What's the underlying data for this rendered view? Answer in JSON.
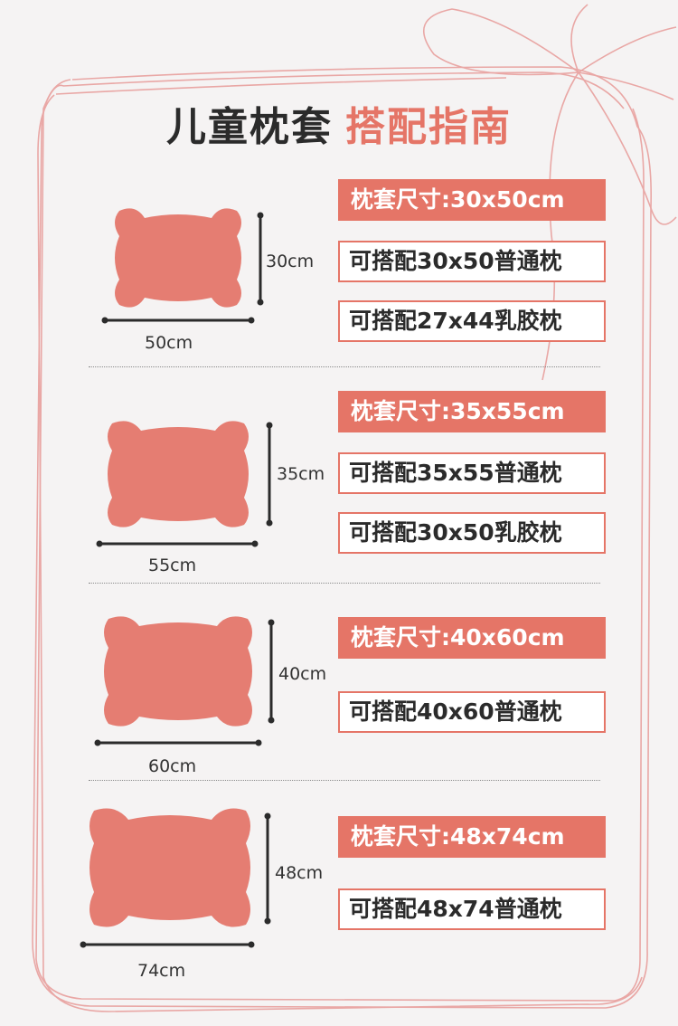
{
  "title": {
    "main": "儿童枕套",
    "accent": "搭配指南"
  },
  "colors": {
    "accent": "#e57567",
    "pillow": "#e57d72",
    "frame": "#e9a7a5",
    "background": "#f5f3f3"
  },
  "sections": [
    {
      "spec": "枕套尺寸:30x50cm",
      "width_label": "50cm",
      "height_label": "30cm",
      "matches": [
        "可搭配30x50普通枕",
        "可搭配27x44乳胶枕"
      ]
    },
    {
      "spec": "枕套尺寸:35x55cm",
      "width_label": "55cm",
      "height_label": "35cm",
      "matches": [
        "可搭配35x55普通枕",
        "可搭配30x50乳胶枕"
      ]
    },
    {
      "spec": "枕套尺寸:40x60cm",
      "width_label": "60cm",
      "height_label": "40cm",
      "matches": [
        "可搭配40x60普通枕"
      ]
    },
    {
      "spec": "枕套尺寸:48x74cm",
      "width_label": "74cm",
      "height_label": "48cm",
      "matches": [
        "可搭配48x74普通枕"
      ]
    }
  ]
}
